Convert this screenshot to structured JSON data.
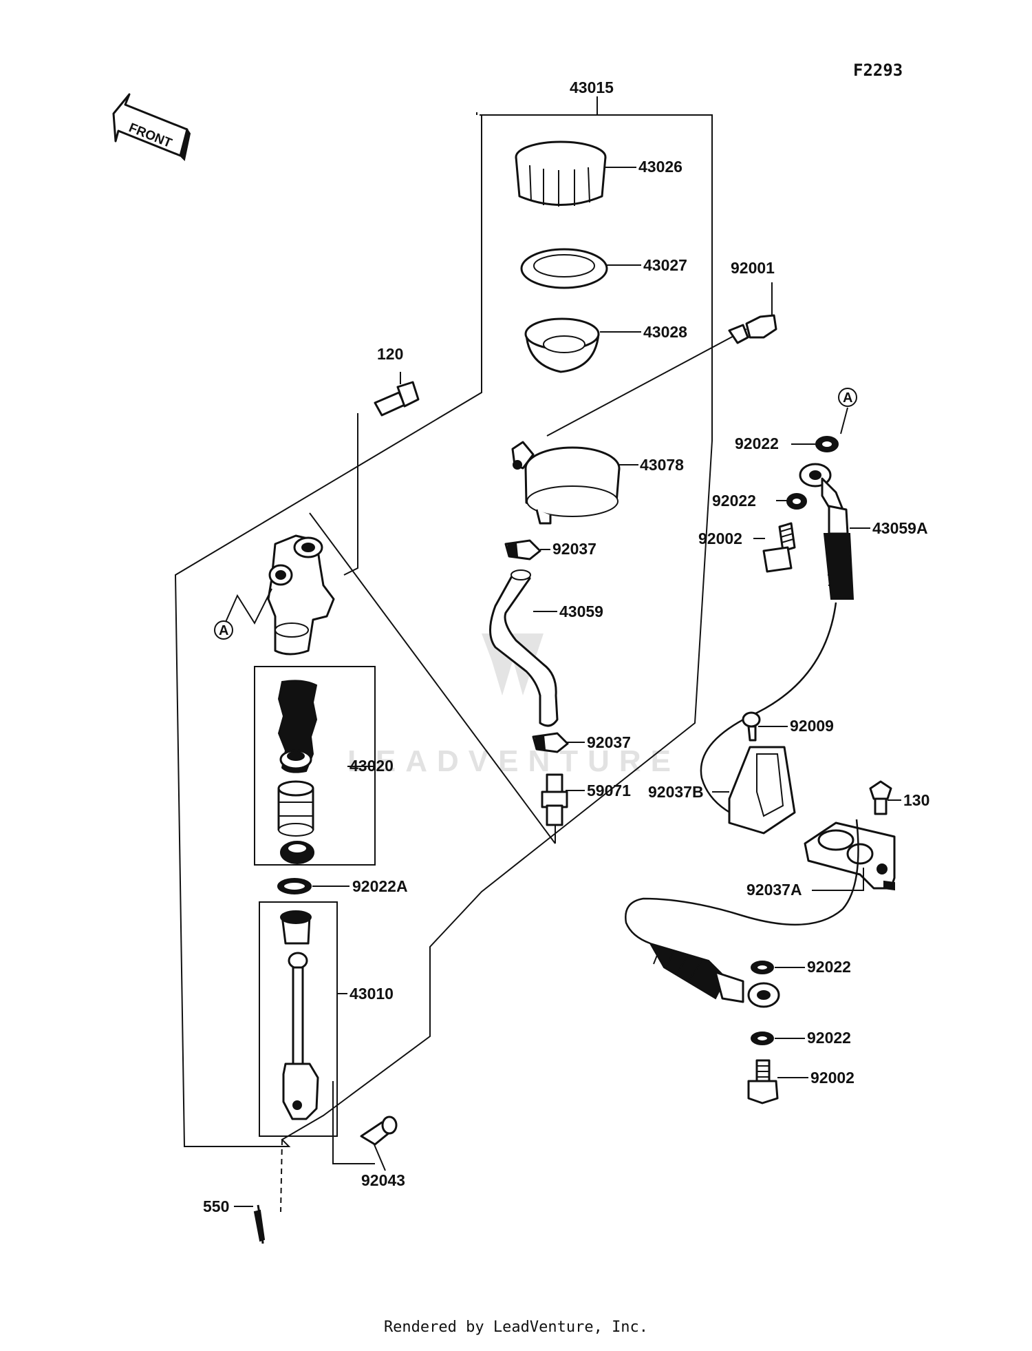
{
  "diagram": {
    "id": "F2293",
    "front_label": "FRONT",
    "ref_marker": "A",
    "watermark": "LEADVENTURE",
    "parts": [
      {
        "key": "p43015",
        "label": "43015"
      },
      {
        "key": "p43026",
        "label": "43026"
      },
      {
        "key": "p43027",
        "label": "43027"
      },
      {
        "key": "p43028",
        "label": "43028"
      },
      {
        "key": "p92001",
        "label": "92001"
      },
      {
        "key": "p120",
        "label": "120"
      },
      {
        "key": "p43078",
        "label": "43078"
      },
      {
        "key": "p92022_top",
        "label": "92022"
      },
      {
        "key": "p92022_mid",
        "label": "92022"
      },
      {
        "key": "p92002_top",
        "label": "92002"
      },
      {
        "key": "p43059A",
        "label": "43059A"
      },
      {
        "key": "p92037_top",
        "label": "92037"
      },
      {
        "key": "p43059",
        "label": "43059"
      },
      {
        "key": "p92009",
        "label": "92009"
      },
      {
        "key": "p92037_bot",
        "label": "92037"
      },
      {
        "key": "p43020",
        "label": "43020"
      },
      {
        "key": "p59071",
        "label": "59071"
      },
      {
        "key": "p92037B",
        "label": "92037B"
      },
      {
        "key": "p130",
        "label": "130"
      },
      {
        "key": "p92037A",
        "label": "92037A"
      },
      {
        "key": "p92022A",
        "label": "92022A"
      },
      {
        "key": "p92022_low1",
        "label": "92022"
      },
      {
        "key": "p43010",
        "label": "43010"
      },
      {
        "key": "p92022_low2",
        "label": "92022"
      },
      {
        "key": "p92002_bot",
        "label": "92002"
      },
      {
        "key": "p92043",
        "label": "92043"
      },
      {
        "key": "p550",
        "label": "550"
      }
    ]
  },
  "footer": {
    "text": "Rendered by LeadVenture, Inc."
  }
}
